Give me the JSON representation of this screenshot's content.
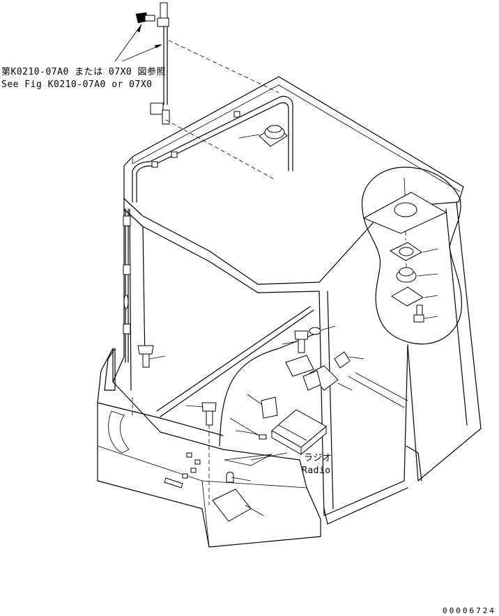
{
  "reference_note": {
    "line1": "第K0210-07A0 または 07X0 図参照",
    "line2": "See Fig K0210-07A0 or 07X0"
  },
  "radio_label": {
    "jp": "ラジオ",
    "en": "Radio"
  },
  "drawing_number": "00006724"
}
